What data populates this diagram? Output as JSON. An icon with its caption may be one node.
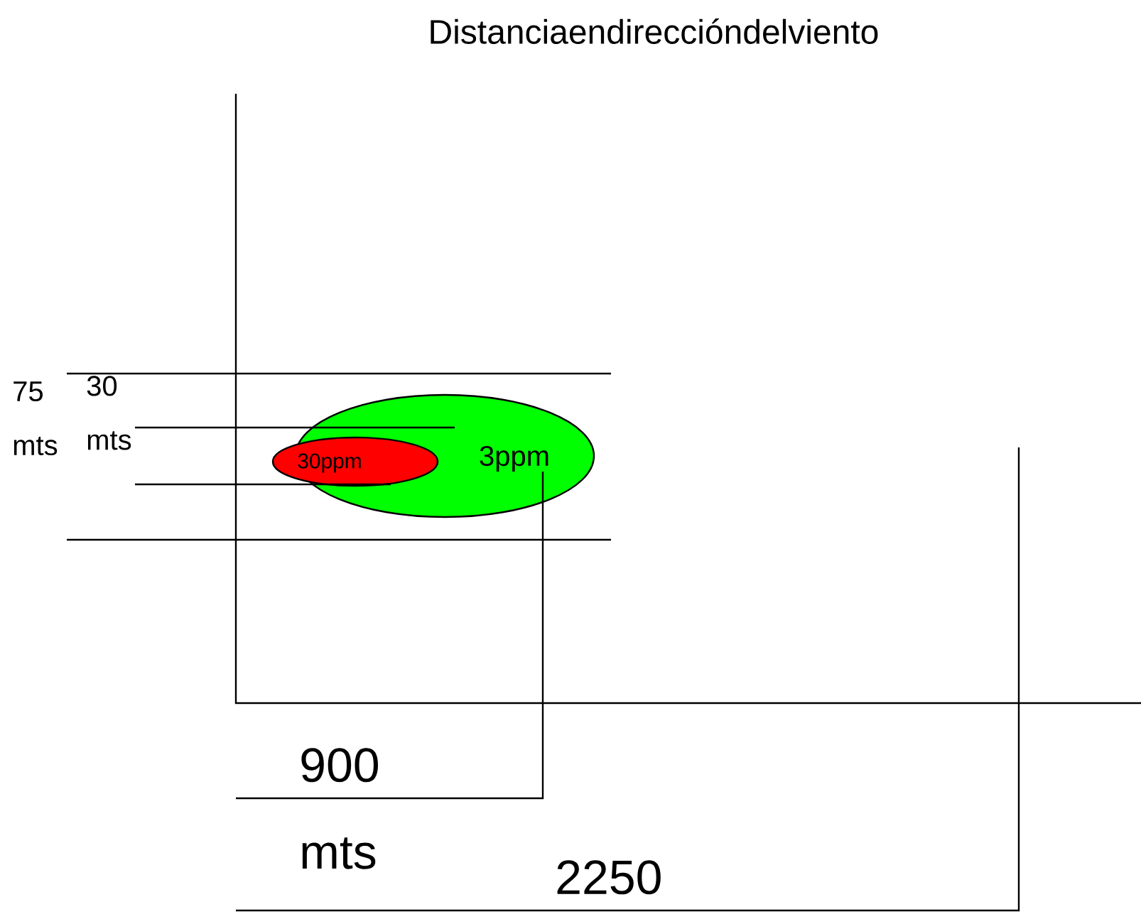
{
  "diagram": {
    "title": "Distanciaendireccióndelviento",
    "nodes": [
      {
        "text": [
          "3ppm"
        ]
      },
      {
        "text": [
          "30ppm"
        ],
        "in": 0
      }
    ],
    "labels": [
      "75 mts",
      "30 mts",
      "900 mts",
      "2250"
    ]
  }
}
